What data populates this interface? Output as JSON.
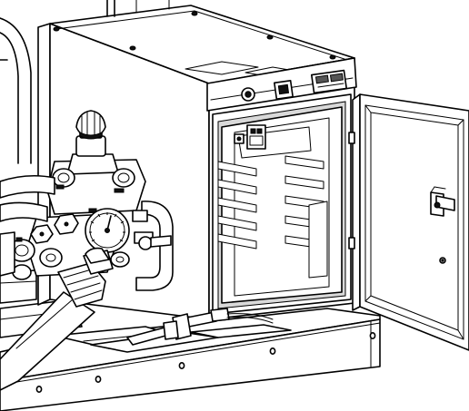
{
  "figure": {
    "components": [
      "electrical-cabinet",
      "cabinet-door",
      "door-latch",
      "control-panel",
      "pressure-gauge",
      "pressure-regulator-knob",
      "pump-valve-assembly",
      "suction-hose",
      "hose-coupling",
      "frame-rail",
      "side-pipe"
    ],
    "colors": {
      "line": "#000000",
      "background": "#ffffff",
      "shade": "#d9d9d9"
    }
  }
}
